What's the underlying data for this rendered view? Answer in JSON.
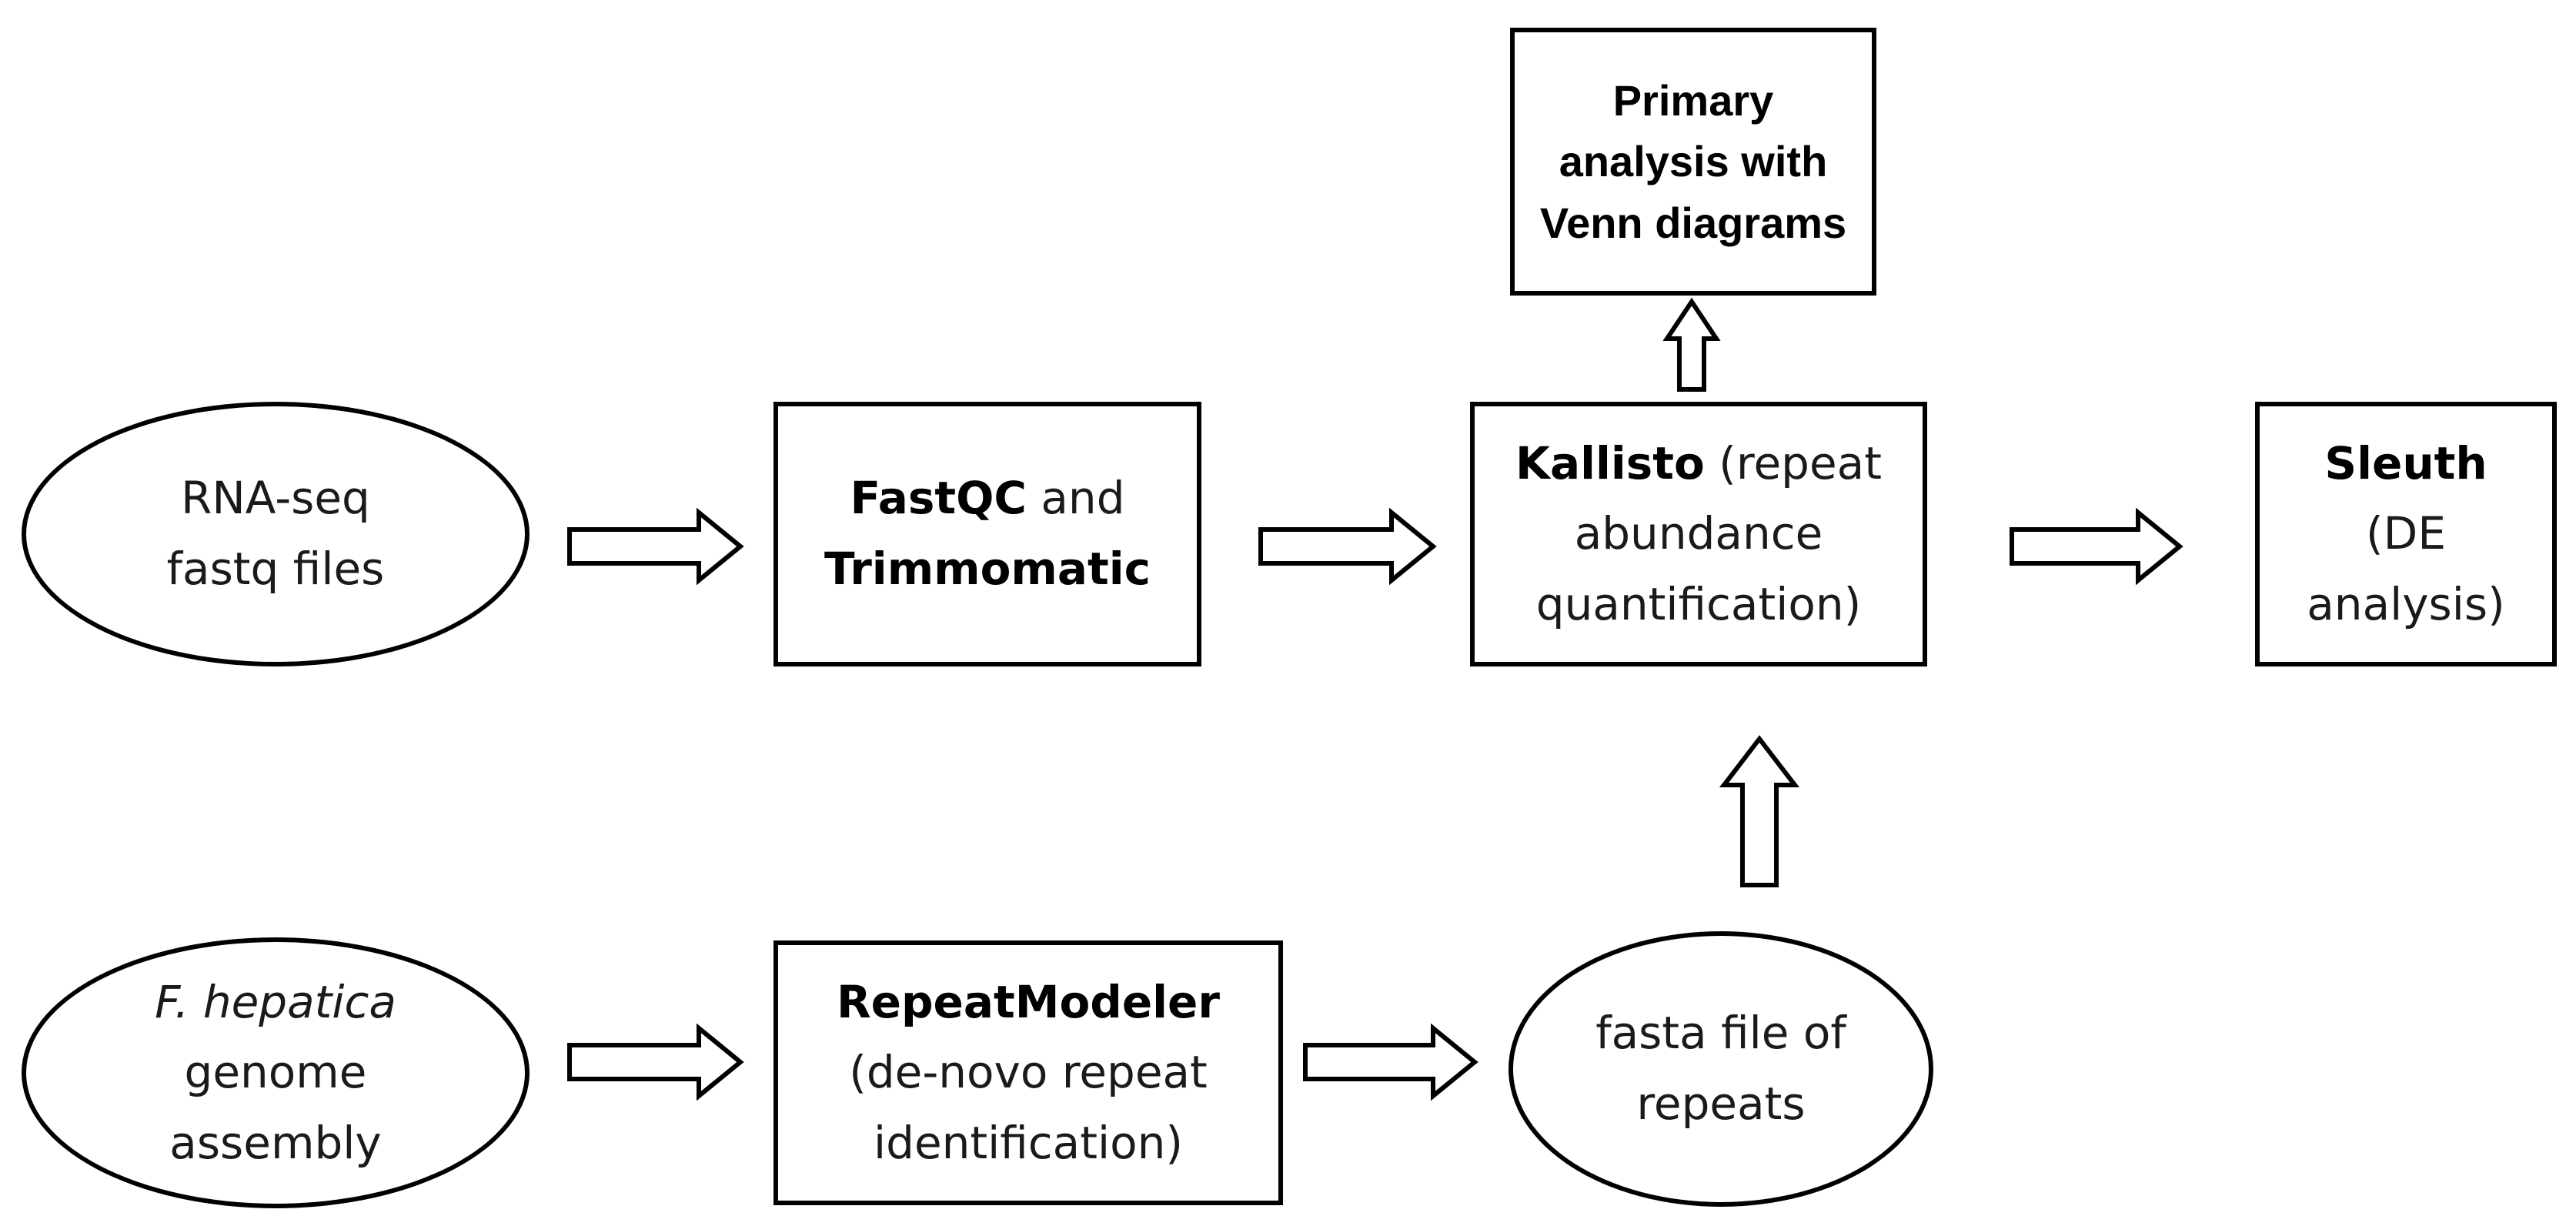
{
  "nodes": {
    "rnaseq": {
      "line1": "RNA-seq",
      "line2": "fastq files"
    },
    "fastqc": {
      "bold1": "FastQC",
      "rest1": " and",
      "bold2": "Trimmomatic"
    },
    "kallisto": {
      "bold": "Kallisto",
      "rest": " (repeat",
      "line2": "abundance",
      "line3": "quantification)"
    },
    "venn": {
      "line1": "Primary",
      "line2": "analysis with",
      "line3": "Venn diagrams"
    },
    "sleuth": {
      "bold": "Sleuth",
      "line2": "(DE",
      "line3": "analysis)"
    },
    "genome": {
      "italic": "F. hepatica",
      "line2": "genome",
      "line3": "assembly"
    },
    "repeatmodeler": {
      "bold": "RepeatModeler",
      "line2": "(de-novo repeat",
      "line3": "identification)"
    },
    "fasta": {
      "line1": "fasta file of",
      "line2": "repeats"
    }
  },
  "colors": {
    "stroke": "#000000",
    "fill": "#ffffff"
  }
}
